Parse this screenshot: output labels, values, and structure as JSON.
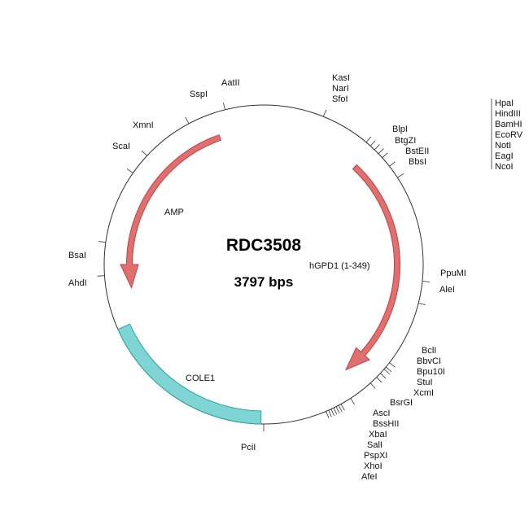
{
  "plasmid": {
    "name": "RDC3508",
    "size": "3797 bps"
  },
  "features": {
    "amp": "AMP",
    "hgpd1": "hGPD1 (1-349)",
    "cole1": "COLE1"
  },
  "colors": {
    "arrow": "#e07070",
    "arrow_stroke": "#c04040",
    "ori": "#7fd4d4",
    "ori_stroke": "#2aa8a8"
  },
  "sites": {
    "top_left": [
      "SspI",
      "AatII",
      "XmnI",
      "ScaI"
    ],
    "left": [
      "BsaI",
      "AhdI"
    ],
    "top": [
      "KasI",
      "NarI",
      "SfoI"
    ],
    "top_right": [
      "BlpI",
      "BtgZI",
      "BstEII",
      "BbsI"
    ],
    "far_right": [
      "HpaI",
      "HindIII",
      "BamHI",
      "EcoRV",
      "NotI",
      "EagI",
      "NcoI"
    ],
    "right": [
      "PpuMI",
      "AleI"
    ],
    "lower_right": [
      "BclI",
      "BbvCI",
      "Bpu10I",
      "StuI",
      "XcmI",
      "BsrGI"
    ],
    "bottom_right": [
      "AscI",
      "BssHII",
      "XbaI",
      "SalI",
      "PspXI",
      "XhoI",
      "AfeI"
    ],
    "bottom": [
      "PciI"
    ]
  }
}
